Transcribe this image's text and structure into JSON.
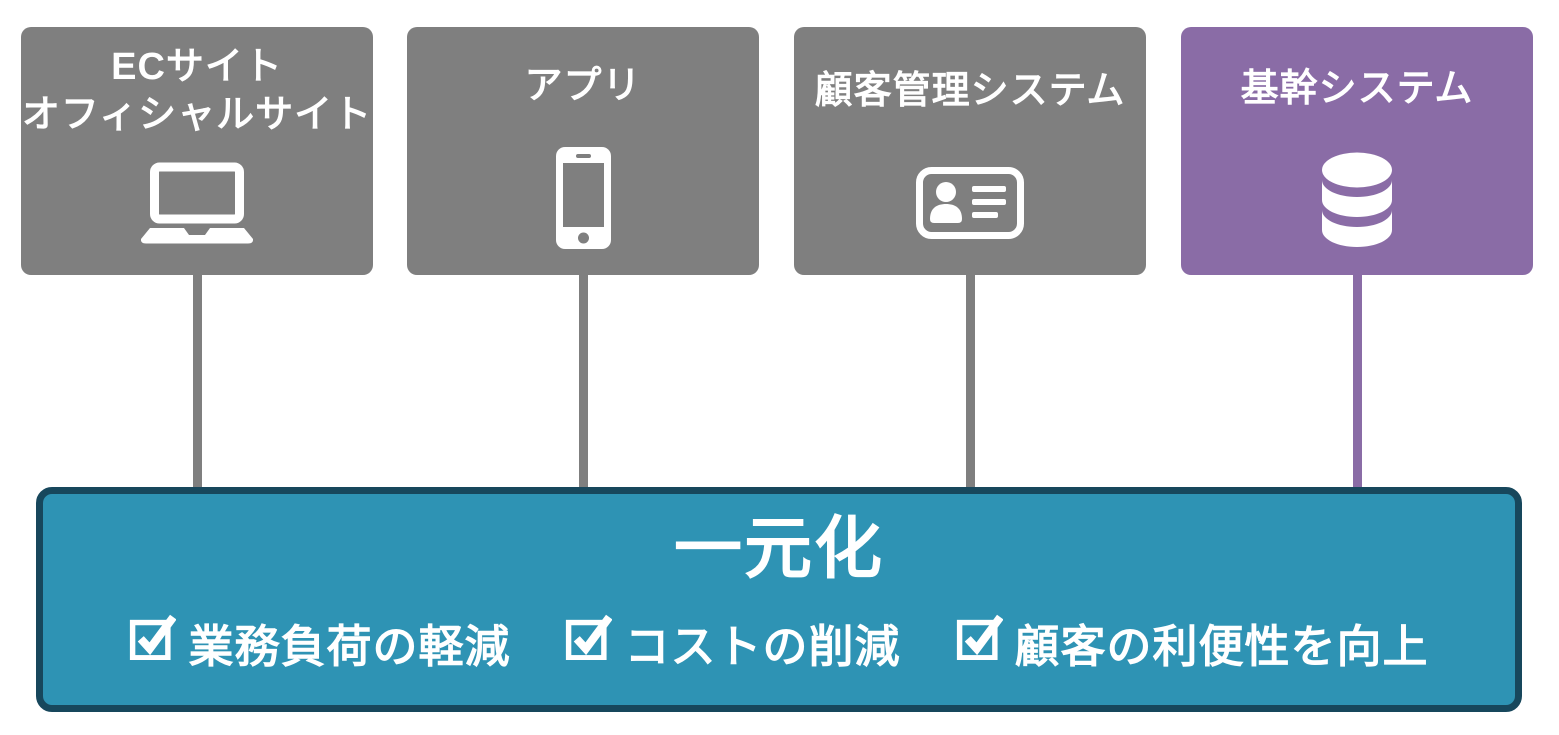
{
  "sources": [
    {
      "label": "ECサイト\nオフィシャルサイト",
      "icon": "laptop-icon",
      "color": "#7F7F7F"
    },
    {
      "label": "アプリ",
      "icon": "smartphone-icon",
      "color": "#7F7F7F"
    },
    {
      "label": "顧客管理システム",
      "icon": "id-card-icon",
      "color": "#7F7F7F"
    },
    {
      "label": "基幹システム",
      "icon": "database-icon",
      "color": "#8A6CA6"
    }
  ],
  "integration": {
    "title": "一元化",
    "benefits": [
      {
        "label": "業務負荷の軽減",
        "icon": "checkbox-checked-icon"
      },
      {
        "label": "コストの削減",
        "icon": "checkbox-checked-icon"
      },
      {
        "label": "顧客の利便性を向上",
        "icon": "checkbox-checked-icon"
      }
    ],
    "fill_color": "#2E93B4",
    "border_color": "#17475C",
    "text_color": "#FFFFFF"
  }
}
